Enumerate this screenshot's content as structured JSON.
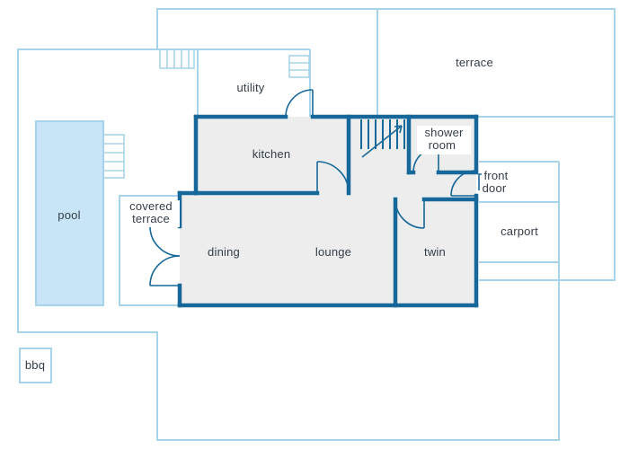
{
  "colors": {
    "outline": "#a8d4eb",
    "wall": "#16689a",
    "interior": "#ededee",
    "pool": "#c7e5f6",
    "text": "#333d47",
    "bg": "#ffffff"
  },
  "labels": {
    "terrace": "terrace",
    "utility": "utility",
    "kitchen": "kitchen",
    "shower1": "shower",
    "shower2": "room",
    "front1": "front",
    "front2": "door",
    "covered1": "covered",
    "covered2": "terrace",
    "dining": "dining",
    "lounge": "lounge",
    "twin": "twin",
    "carport": "carport",
    "pool": "pool",
    "bbq": "bbq"
  }
}
